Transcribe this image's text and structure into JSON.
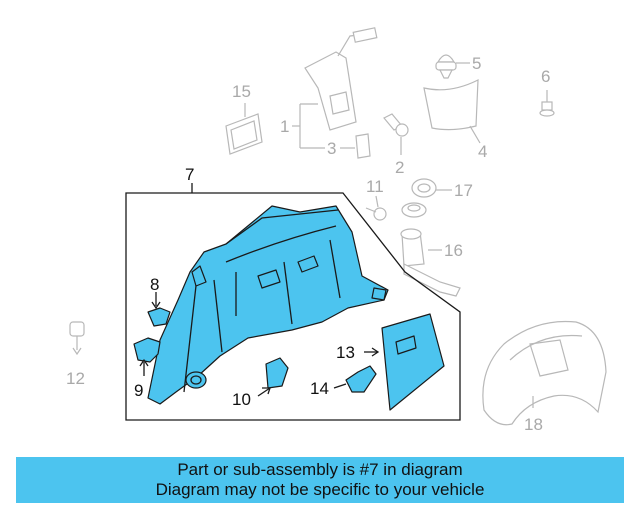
{
  "callouts": {
    "c1": "1",
    "c2": "2",
    "c3": "3",
    "c4": "4",
    "c5": "5",
    "c6": "6",
    "c7": "7",
    "c8": "8",
    "c9": "9",
    "c10": "10",
    "c11": "11",
    "c12": "12",
    "c13": "13",
    "c14": "14",
    "c15": "15",
    "c16": "16",
    "c17": "17",
    "c18": "18"
  },
  "banner": {
    "line1": "Part or sub-assembly is #7 in diagram",
    "line2": "Diagram may not be specific to your vehicle"
  },
  "colors": {
    "highlight": "#4cc4ef",
    "banner_bg": "#4cc4ef",
    "ghost_parts": "#b8b8b8",
    "outline": "#1a1a1a"
  }
}
